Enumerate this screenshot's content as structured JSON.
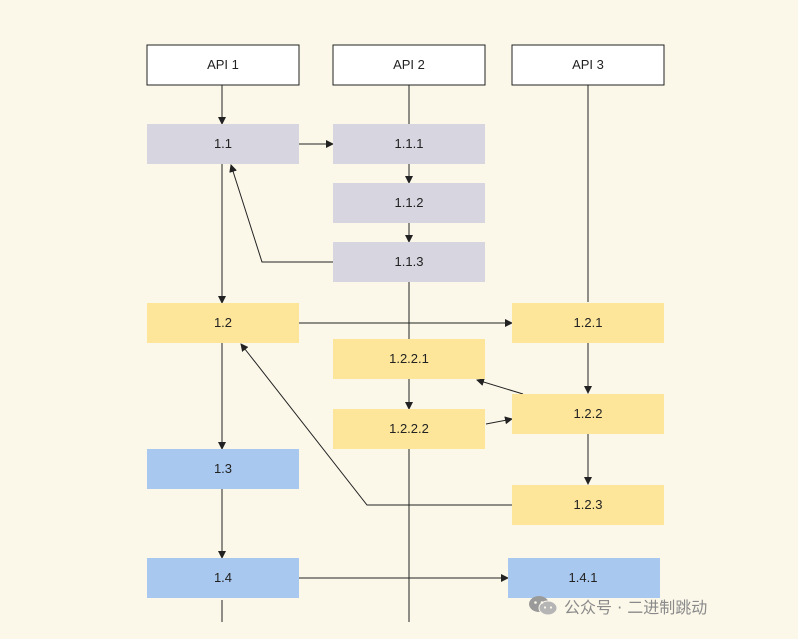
{
  "colors": {
    "background": "#fbf8ea",
    "header": "#ffffff",
    "gray": "#d6d5e0",
    "yellow": "#fde69a",
    "blue": "#a9c8ef",
    "line": "#222222"
  },
  "lanes": [
    {
      "id": "api1",
      "label": "API 1"
    },
    {
      "id": "api2",
      "label": "API 2"
    },
    {
      "id": "api3",
      "label": "API 3"
    }
  ],
  "nodes": [
    {
      "id": "n1_1",
      "label": "1.1",
      "color": "gray"
    },
    {
      "id": "n1_1_1",
      "label": "1.1.1",
      "color": "gray"
    },
    {
      "id": "n1_1_2",
      "label": "1.1.2",
      "color": "gray"
    },
    {
      "id": "n1_1_3",
      "label": "1.1.3",
      "color": "gray"
    },
    {
      "id": "n1_2",
      "label": "1.2",
      "color": "yellow"
    },
    {
      "id": "n1_2_1",
      "label": "1.2.1",
      "color": "yellow"
    },
    {
      "id": "n1_2_2_1",
      "label": "1.2.2.1",
      "color": "yellow"
    },
    {
      "id": "n1_2_2",
      "label": "1.2.2",
      "color": "yellow"
    },
    {
      "id": "n1_2_2_2",
      "label": "1.2.2.2",
      "color": "yellow"
    },
    {
      "id": "n1_2_3",
      "label": "1.2.3",
      "color": "yellow"
    },
    {
      "id": "n1_3",
      "label": "1.3",
      "color": "blue"
    },
    {
      "id": "n1_4",
      "label": "1.4",
      "color": "blue"
    },
    {
      "id": "n1_4_1",
      "label": "1.4.1",
      "color": "blue"
    }
  ],
  "edges": [
    {
      "from": "api1",
      "to": "n1_1"
    },
    {
      "from": "n1_1",
      "to": "n1_1_1"
    },
    {
      "from": "n1_1_1",
      "to": "n1_1_2"
    },
    {
      "from": "n1_1_2",
      "to": "n1_1_3"
    },
    {
      "from": "n1_1_3",
      "to": "n1_1"
    },
    {
      "from": "n1_1",
      "to": "n1_2"
    },
    {
      "from": "n1_2",
      "to": "n1_2_1"
    },
    {
      "from": "n1_2_1",
      "to": "n1_2_2"
    },
    {
      "from": "n1_2_2",
      "to": "n1_2_2_1"
    },
    {
      "from": "n1_2_2_1",
      "to": "n1_2_2_2"
    },
    {
      "from": "n1_2_2_2",
      "to": "n1_2_2"
    },
    {
      "from": "n1_2_2",
      "to": "n1_2_3"
    },
    {
      "from": "n1_2_3",
      "to": "n1_2"
    },
    {
      "from": "n1_2",
      "to": "n1_3"
    },
    {
      "from": "n1_3",
      "to": "n1_4"
    },
    {
      "from": "n1_4",
      "to": "n1_4_1"
    }
  ],
  "watermark": {
    "text": "公众号 · 二进制跳动",
    "icon": "wechat-icon"
  }
}
